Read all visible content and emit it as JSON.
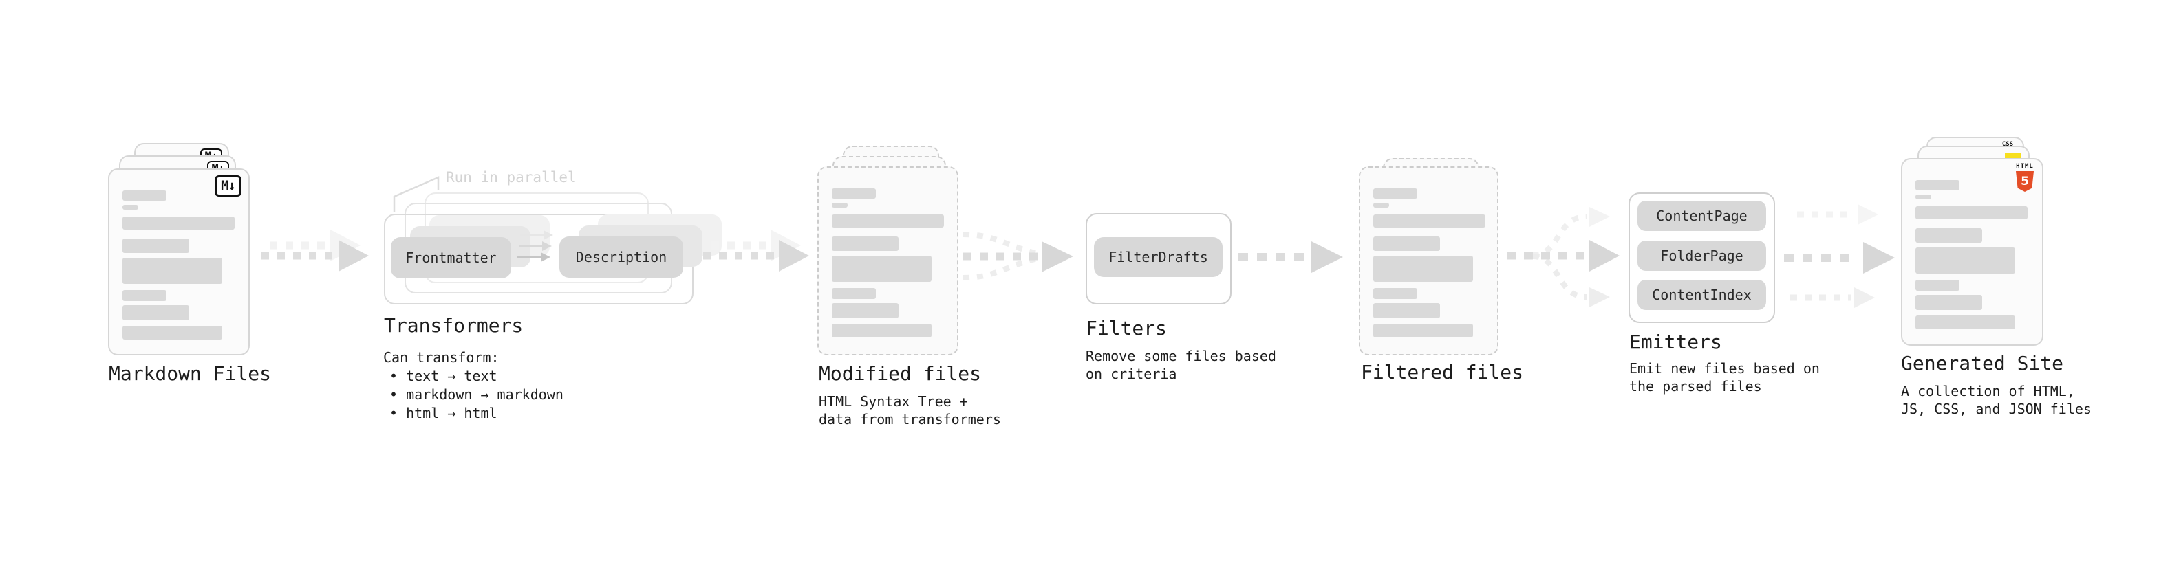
{
  "accent_colors": {
    "html5_orange": "#e44d26",
    "js_yellow": "#f7df1e",
    "css_blue": "#2965f1",
    "arrow_gray": "#d8d8d8"
  },
  "stages": {
    "markdown_files": {
      "label": "Markdown Files",
      "badge": "M↓"
    },
    "transformers": {
      "label": "Transformers",
      "annotation": "Run in parallel",
      "pill_from": "Frontmatter",
      "pill_to": "Description",
      "note_title": "Can transform:",
      "bullets": [
        "• text → text",
        "• markdown → markdown",
        "• html → html"
      ]
    },
    "modified_files": {
      "label": "Modified files",
      "note_line1": "HTML Syntax Tree +",
      "note_line2": "data from transformers"
    },
    "filters": {
      "label": "Filters",
      "pill": "FilterDrafts",
      "note_line1": "Remove some files based",
      "note_line2": "on criteria"
    },
    "filtered_files": {
      "label": "Filtered files"
    },
    "emitters": {
      "label": "Emitters",
      "pills": [
        "ContentPage",
        "FolderPage",
        "ContentIndex"
      ],
      "note_line1": "Emit new files based on",
      "note_line2": "the parsed files"
    },
    "generated_site": {
      "label": "Generated Site",
      "note_line1": "A collection of HTML,",
      "note_line2": "JS, CSS, and JSON files",
      "badge_css": "CSS",
      "badge_html": "HTML",
      "badge_html_number": "5"
    }
  }
}
